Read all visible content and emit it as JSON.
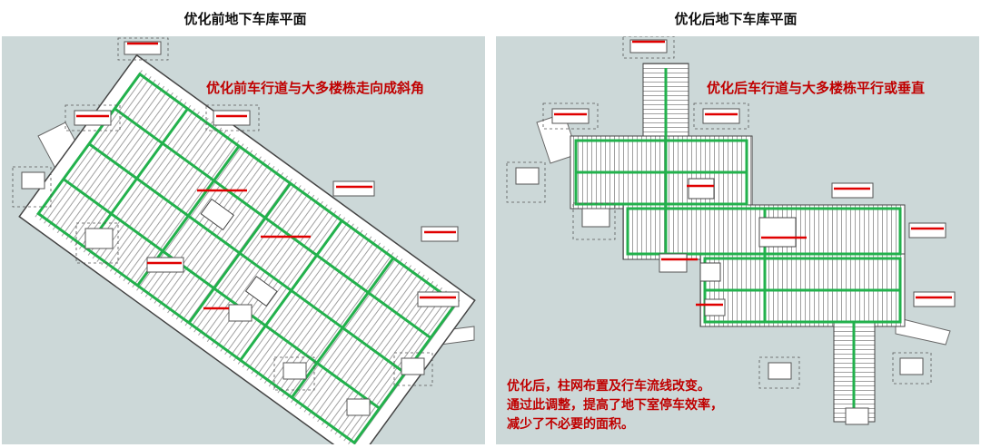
{
  "left_panel": {
    "title": "优化前地下车库平面",
    "caption": "优化前车行道与大多楼栋走向成斜角"
  },
  "right_panel": {
    "title": "优化后地下车库平面",
    "caption": "优化后车行道与大多楼栋平行或垂直",
    "note_lines": [
      "优化后，柱网布置及行车流线改变。",
      "通过此调整，提高了地下室停车效率，",
      "减少了不必要的面积。"
    ]
  },
  "colors": {
    "panel_background": "#ccd8d8",
    "driveway": "#22b14c",
    "caption_text": "#c00000",
    "marker": "#e00000",
    "floor": "#ffffff",
    "outline": "#555555"
  }
}
